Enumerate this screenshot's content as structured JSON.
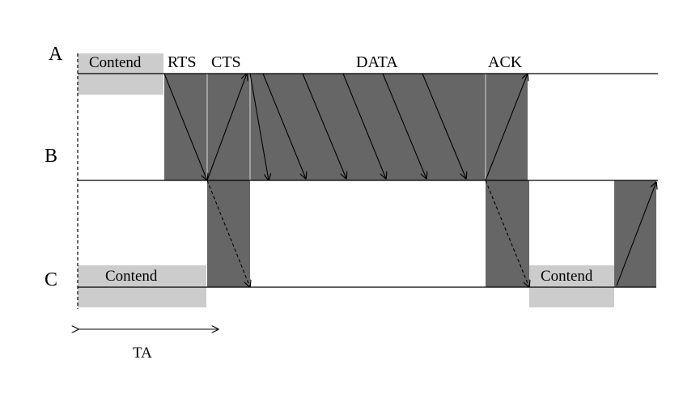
{
  "nodes": {
    "a": "A",
    "b": "B",
    "c": "C"
  },
  "phases": {
    "rts": "RTS",
    "cts": "CTS",
    "data": "DATA",
    "ack": "ACK"
  },
  "contend": {
    "a": "Contend",
    "c1": "Contend",
    "c2": "Contend"
  },
  "interval": {
    "ta": "TA"
  },
  "colors": {
    "busy": "#666666",
    "contend": "#cccccc",
    "line": "#000000"
  }
}
